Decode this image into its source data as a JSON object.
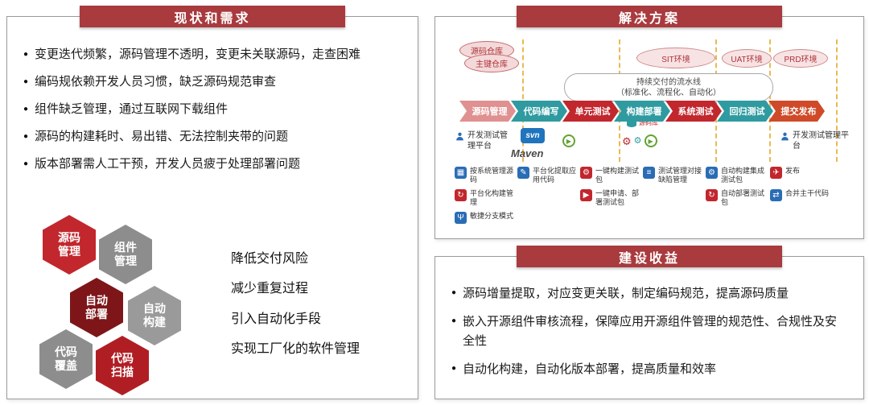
{
  "colors": {
    "header": "#a93a3e",
    "blue_icon": "#2a6db5",
    "red_icon": "#c1272d"
  },
  "glyphs": {
    "bullet": "●",
    "play": "▶",
    "gear": "⚙"
  },
  "left_panel": {
    "title": "现状和需求",
    "bullets": [
      "变更迭代频繁，源码管理不透明，变更未关联源码，走查困难",
      "编码规依赖开发人员习惯，缺乏源码规范审查",
      "组件缺乏管理，通过互联网下载组件",
      "源码的构建耗时、易出错、无法控制夹带的问题",
      "版本部署需人工干预，开发人员疲于处理部署问题"
    ],
    "hexagons": [
      {
        "label": "源码管理",
        "color": "#c1272d"
      },
      {
        "label": "组件管理",
        "color": "#8d8d8d"
      },
      {
        "label": "自动部署",
        "color": "#7e1619"
      },
      {
        "label": "自动构建",
        "color": "#9a9a9a"
      },
      {
        "label": "代码覆盖",
        "color": "#8d8d8d"
      },
      {
        "label": "代码扫描",
        "color": "#b01e24"
      }
    ],
    "goals": [
      "降低交付风险",
      "减少重复过程",
      "引入自动化手段",
      "实现工厂化的软件管理"
    ]
  },
  "solution_panel": {
    "title": "解决方案",
    "repos": [
      "源码仓库",
      "主键仓库"
    ],
    "environments": [
      "SIT环境",
      "UAT环境",
      "PRD环境"
    ],
    "banner_line1": "持续交付的流水线",
    "banner_line2": "（标准化、流程化、自动化）",
    "stages": [
      {
        "label": "源码管理",
        "color": "#e09090"
      },
      {
        "label": "代码编写",
        "color": "#2f9ba0"
      },
      {
        "label": "单元测试",
        "color": "#c1272d"
      },
      {
        "label": "构建部署",
        "color": "#2f9ba0"
      },
      {
        "label": "系统测试",
        "color": "#c1272d"
      },
      {
        "label": "回归测试",
        "color": "#2f9ba0"
      },
      {
        "label": "提交发布",
        "color": "#cf4a28"
      }
    ],
    "platform_left": "开发测试管理平台",
    "platform_right": "开发测试管理平台",
    "svn_label": "svn",
    "maven_label": "Maven",
    "source_lib_label": "源码库",
    "features": [
      {
        "label": "按系统管理源码",
        "color": "#2a6db5",
        "glyph": "▦"
      },
      {
        "label": "平台化提取应用代码",
        "color": "#2a6db5",
        "glyph": "✎"
      },
      {
        "label": "一键构建测试包",
        "color": "#c1272d",
        "glyph": "⚙"
      },
      {
        "label": "测试管理对接缺陷管理",
        "color": "#2a6db5",
        "glyph": "≡"
      },
      {
        "label": "自动构建集成测试包",
        "color": "#2a6db5",
        "glyph": "⚙"
      },
      {
        "label": "发布",
        "color": "#c1272d",
        "glyph": "✈"
      },
      {
        "label": "平台化构建管理",
        "color": "#c1272d",
        "glyph": "↻"
      },
      {
        "label": "一键申请、部署测试包",
        "color": "#c1272d",
        "glyph": "▶"
      },
      {
        "label": "自动部署测试包",
        "color": "#c1272d",
        "glyph": "↻"
      },
      {
        "label": "合并主干代码",
        "color": "#2a6db5",
        "glyph": "⇄"
      },
      {
        "label": "敏捷分支模式",
        "color": "#2a6db5",
        "glyph": "Ψ"
      }
    ]
  },
  "benefits_panel": {
    "title": "建设收益",
    "bullets": [
      "源码增量提取，对应变更关联，制定编码规范，提高源码质量",
      "嵌入开源组件审核流程，保障应用开源组件管理的规范性、合规性及安全性",
      "自动化构建，自动化版本部署，提高质量和效率"
    ]
  }
}
